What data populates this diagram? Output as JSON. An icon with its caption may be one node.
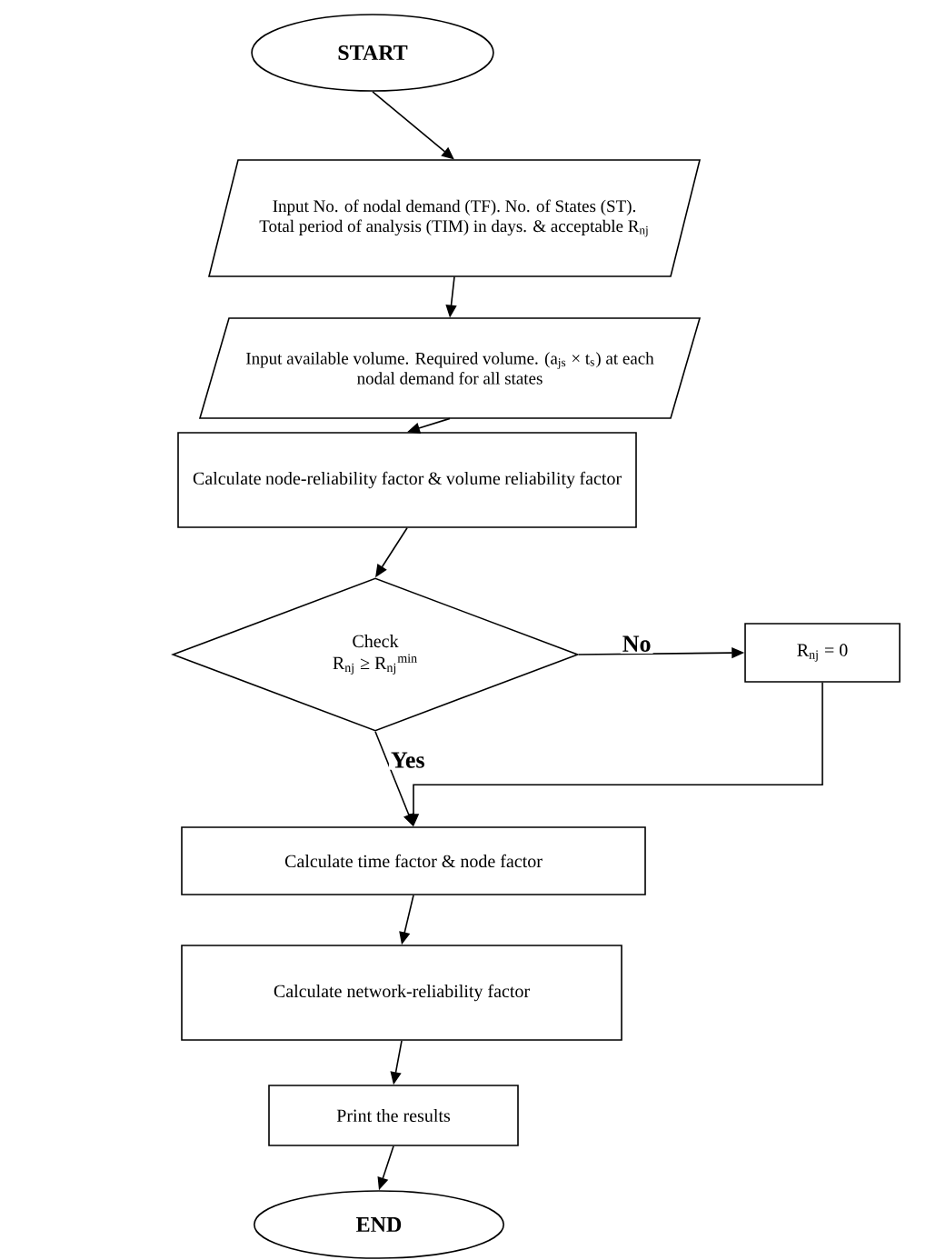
{
  "diagram": {
    "nodes": [
      {
        "text": [
          "START"
        ]
      },
      {
        "text": [
          "Input No. of nodal demand (TF). No. of States (ST). Total period of analysis (TIM) in days. & acceptable R$_{nj}$"
        ]
      },
      {
        "text": [
          "Input available volume. Required volume. (a$_{js}$ × t$_{s}$) at each nodal demand for all states"
        ]
      },
      {
        "text": [
          "Calculate node-reliability factor & volume reliability factor"
        ]
      },
      {
        "text": [
          "Check",
          "R$_{nj}$ ≥ R$_{nj}$$^{min}$"
        ]
      },
      {
        "text": [
          "R$_{nj}$ = 0"
        ]
      },
      {
        "text": [
          "Calculate time factor & node factor"
        ]
      },
      {
        "text": [
          "Calculate network-reliability factor"
        ]
      },
      {
        "text": [
          "Print the results"
        ]
      },
      {
        "text": [
          "END"
        ]
      }
    ],
    "edges": [
      {
        "from": 0,
        "to": 1,
        "arrow": "to"
      },
      {
        "from": 1,
        "to": 2,
        "arrow": "to"
      },
      {
        "from": 2,
        "to": 3,
        "arrow": "to"
      },
      {
        "from": 3,
        "to": 4,
        "arrow": "to"
      },
      {
        "from": 4,
        "to": 5,
        "arrow": "to",
        "label": "No"
      },
      {
        "from": 4,
        "to": 6,
        "arrow": "to",
        "label": "Yes"
      },
      {
        "from": 5,
        "to": 6,
        "arrow": "to"
      },
      {
        "from": 6,
        "to": 7,
        "arrow": "to"
      },
      {
        "from": 7,
        "to": 8,
        "arrow": "to"
      },
      {
        "from": 8,
        "to": 9,
        "arrow": "to"
      }
    ]
  }
}
